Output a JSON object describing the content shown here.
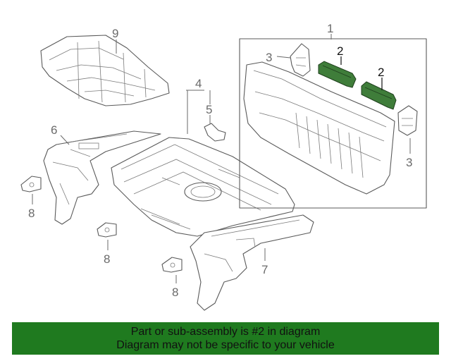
{
  "callouts": {
    "c1": "1",
    "c2a": "2",
    "c2b": "2",
    "c3a": "3",
    "c3b": "3",
    "c4": "4",
    "c5": "5",
    "c6": "6",
    "c7": "7",
    "c8a": "8",
    "c8b": "8",
    "c8c": "8",
    "c9": "9"
  },
  "banner": {
    "line1": "Part or sub-assembly is #2 in diagram",
    "line2": "Diagram may not be specific to your vehicle"
  },
  "colors": {
    "highlight_part": "#3f7d3a",
    "banner_bg": "#1f7a1f"
  }
}
